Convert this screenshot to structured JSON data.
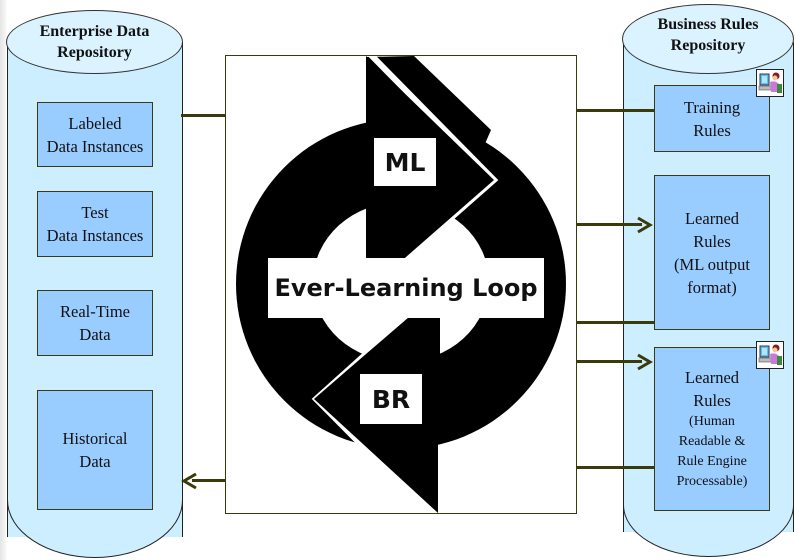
{
  "left_repository": {
    "title_line1": "Enterprise Data",
    "title_line2": "Repository",
    "items": [
      {
        "line1": "Labeled",
        "line2": "Data Instances"
      },
      {
        "line1": "Test",
        "line2": "Data Instances"
      },
      {
        "line1": "Real-Time",
        "line2": "Data"
      },
      {
        "line1": "Historical",
        "line2": "Data"
      }
    ]
  },
  "right_repository": {
    "title_line1": "Business Rules",
    "title_line2": "Repository",
    "items": [
      {
        "lines": [
          "Training",
          "Rules"
        ],
        "has_user_icon": true
      },
      {
        "lines": [
          "Learned",
          "Rules",
          "(ML output",
          "format)"
        ],
        "has_user_icon": false
      },
      {
        "lines": [
          "Learned",
          "Rules"
        ],
        "small_lines": [
          "(Human",
          "Readable &",
          "Rule Engine",
          "Processable)"
        ],
        "has_user_icon": true
      }
    ]
  },
  "loop": {
    "top_label": "ML",
    "center_label": "Ever-Learning Loop",
    "bottom_label": "BR"
  },
  "icons": {
    "user_at_computer": "user-computer-icon",
    "arrow_right": "arrow-right-icon",
    "arrow_left": "arrow-left-icon"
  }
}
